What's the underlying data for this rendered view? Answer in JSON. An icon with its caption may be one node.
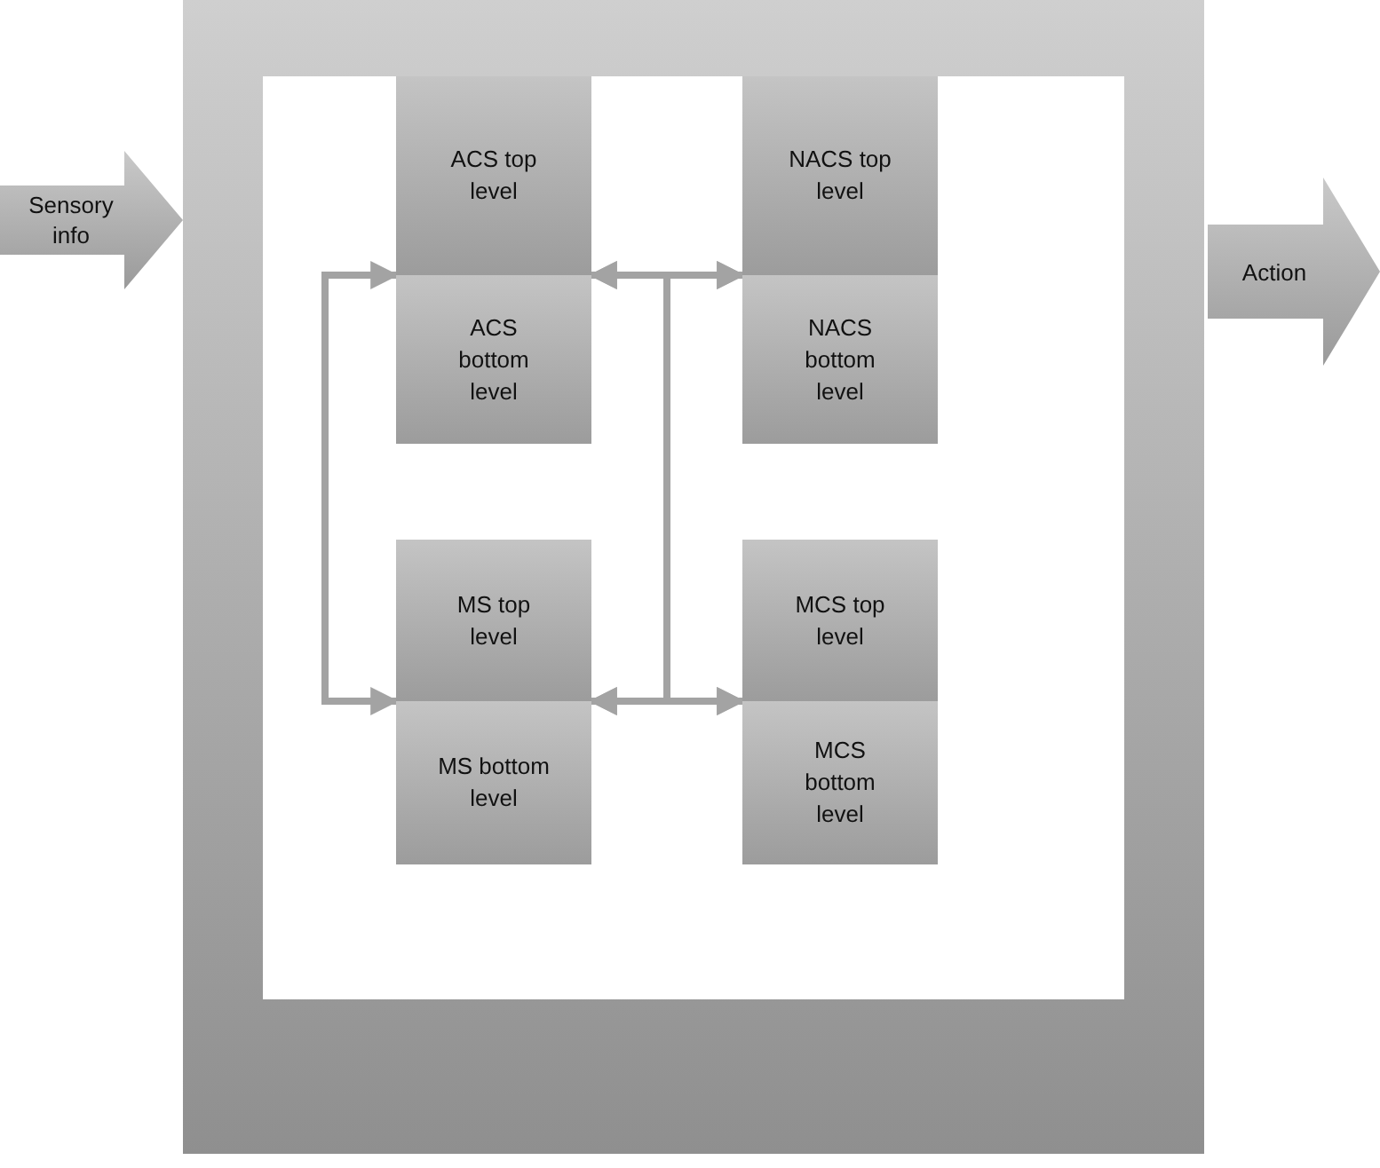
{
  "diagram": {
    "nodes": [
      {
        "text": [
          "Sensory info"
        ]
      },
      {
        "text": [],
        "shape": "box"
      },
      {
        "text": [],
        "shape": "box",
        "in": 1
      },
      {
        "text": [
          "ACS top level"
        ],
        "in": 2
      },
      {
        "text": [
          "ACS bottom level"
        ],
        "in": 2
      },
      {
        "text": [
          "NACS top level"
        ],
        "in": 2
      },
      {
        "text": [
          "NACS bottom level"
        ],
        "in": 2
      },
      {
        "text": [
          "MS top level"
        ],
        "in": 2
      },
      {
        "text": [
          "MS bottom level"
        ],
        "in": 2
      },
      {
        "text": [
          "MCS top level"
        ],
        "in": 2
      },
      {
        "text": [
          "MCS bottom level"
        ],
        "in": 2
      },
      {
        "text": [
          "Action"
        ]
      }
    ],
    "edges": [
      {
        "from": 4,
        "to": 8,
        "arrow": "both"
      },
      {
        "from": 4,
        "to": 6,
        "arrow": "both"
      },
      {
        "from": 8,
        "to": 10,
        "arrow": "both"
      },
      {
        "from": 4,
        "to": 10,
        "arrow": "both"
      },
      {
        "from": 6,
        "to": 8,
        "arrow": "both"
      }
    ]
  }
}
